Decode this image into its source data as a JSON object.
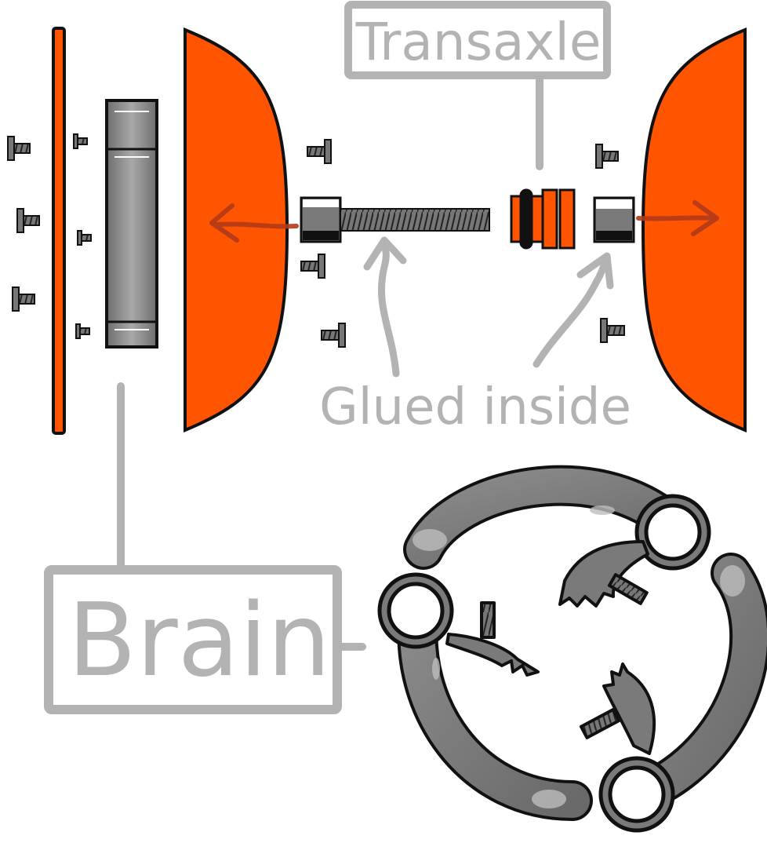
{
  "labels": {
    "transaxle": "Transaxle",
    "glued_inside": "Glued inside",
    "brain": "Brain"
  },
  "colors": {
    "orange": "#ff5500",
    "annotation_gray": "#b3b3b3",
    "part_gray": "#808080",
    "outline": "#111111",
    "arrow_red": "#b33a1a"
  }
}
